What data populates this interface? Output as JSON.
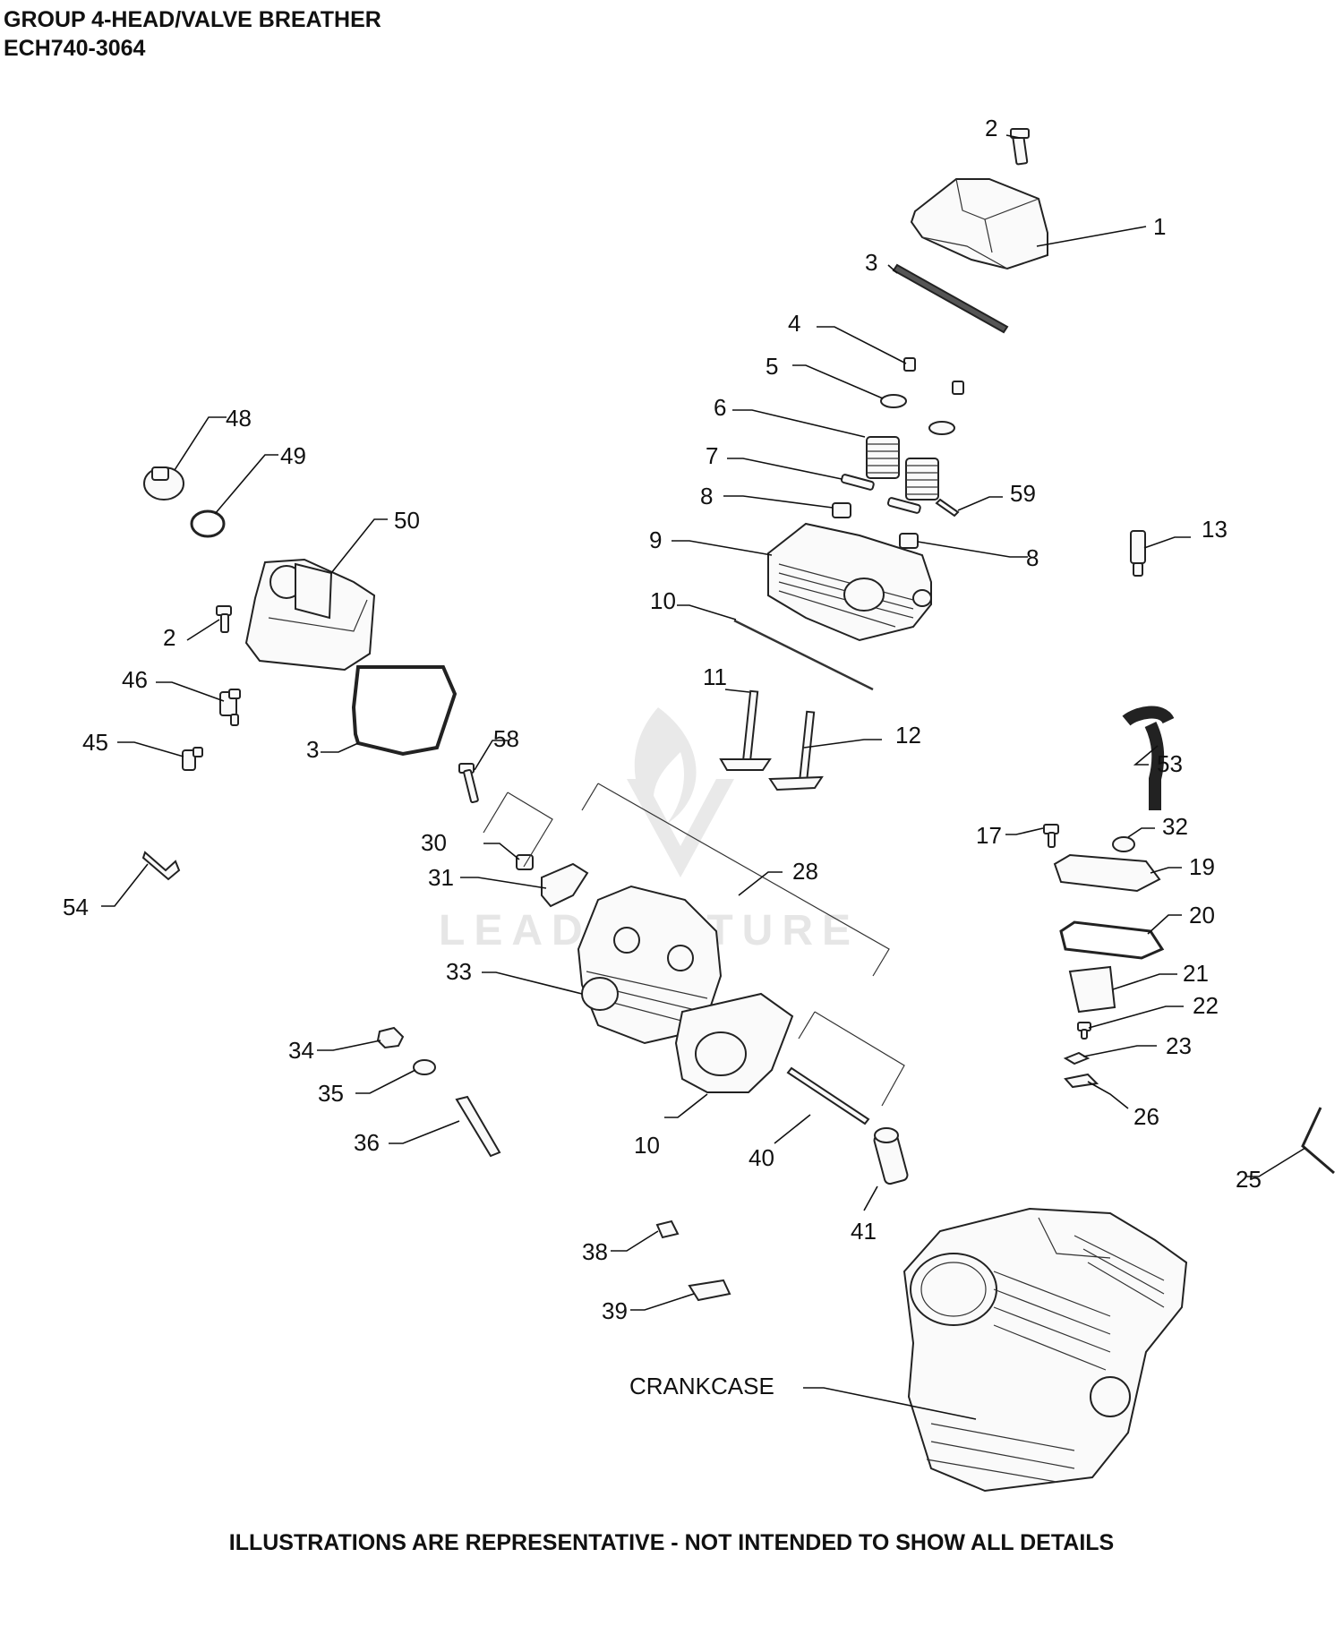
{
  "header": {
    "title": "GROUP 4-HEAD/VALVE BREATHER",
    "model": "ECH740-3064"
  },
  "footer": {
    "note": "ILLUSTRATIONS ARE REPRESENTATIVE - NOT INTENDED TO SHOW ALL DETAILS"
  },
  "watermark": {
    "text": "LEADVENTURE"
  },
  "callouts": [
    {
      "id": "c1",
      "label": "1"
    },
    {
      "id": "c2a",
      "label": "2"
    },
    {
      "id": "c2b",
      "label": "2"
    },
    {
      "id": "c3a",
      "label": "3"
    },
    {
      "id": "c3b",
      "label": "3"
    },
    {
      "id": "c4",
      "label": "4"
    },
    {
      "id": "c5",
      "label": "5"
    },
    {
      "id": "c6",
      "label": "6"
    },
    {
      "id": "c7",
      "label": "7"
    },
    {
      "id": "c8a",
      "label": "8"
    },
    {
      "id": "c8b",
      "label": "8"
    },
    {
      "id": "c9",
      "label": "9"
    },
    {
      "id": "c10a",
      "label": "10"
    },
    {
      "id": "c10b",
      "label": "10"
    },
    {
      "id": "c11",
      "label": "11"
    },
    {
      "id": "c12",
      "label": "12"
    },
    {
      "id": "c13",
      "label": "13"
    },
    {
      "id": "c17",
      "label": "17"
    },
    {
      "id": "c19",
      "label": "19"
    },
    {
      "id": "c20",
      "label": "20"
    },
    {
      "id": "c21",
      "label": "21"
    },
    {
      "id": "c22",
      "label": "22"
    },
    {
      "id": "c23",
      "label": "23"
    },
    {
      "id": "c25",
      "label": "25"
    },
    {
      "id": "c26",
      "label": "26"
    },
    {
      "id": "c28",
      "label": "28"
    },
    {
      "id": "c30",
      "label": "30"
    },
    {
      "id": "c31",
      "label": "31"
    },
    {
      "id": "c32",
      "label": "32"
    },
    {
      "id": "c33",
      "label": "33"
    },
    {
      "id": "c34",
      "label": "34"
    },
    {
      "id": "c35",
      "label": "35"
    },
    {
      "id": "c36",
      "label": "36"
    },
    {
      "id": "c38",
      "label": "38"
    },
    {
      "id": "c39",
      "label": "39"
    },
    {
      "id": "c40",
      "label": "40"
    },
    {
      "id": "c41",
      "label": "41"
    },
    {
      "id": "c45",
      "label": "45"
    },
    {
      "id": "c46",
      "label": "46"
    },
    {
      "id": "c48",
      "label": "48"
    },
    {
      "id": "c49",
      "label": "49"
    },
    {
      "id": "c50",
      "label": "50"
    },
    {
      "id": "c53",
      "label": "53"
    },
    {
      "id": "c54",
      "label": "54"
    },
    {
      "id": "c58",
      "label": "58"
    },
    {
      "id": "c59",
      "label": "59"
    },
    {
      "id": "ccrank",
      "label": "CRANKCASE"
    }
  ]
}
